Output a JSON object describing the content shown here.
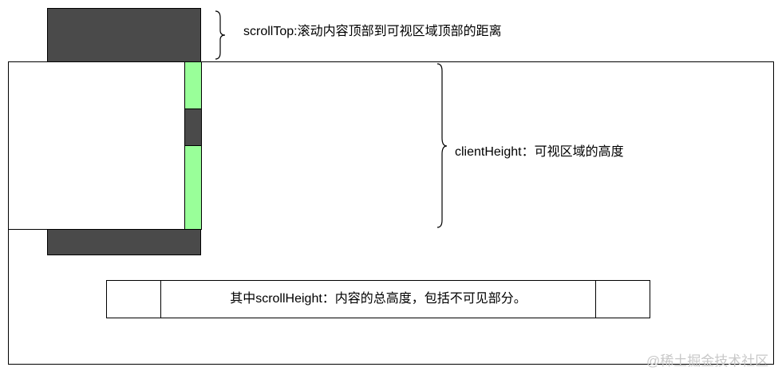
{
  "labels": {
    "scroll_top": "scrollTop:滚动内容顶部到可视区域顶部的距离",
    "client_height": "clientHeight：可视区域的高度",
    "scroll_height": "其中scrollHeight：内容的总高度，包括不可见部分。"
  },
  "watermark": "@稀土掘金技术社区",
  "colors": {
    "hidden_content": "#4a4a4a",
    "scrollbar_track": "#99ff99",
    "scrollbar_thumb": "#4a4a4a",
    "border": "#000000",
    "watermark": "#c8c8c8"
  }
}
